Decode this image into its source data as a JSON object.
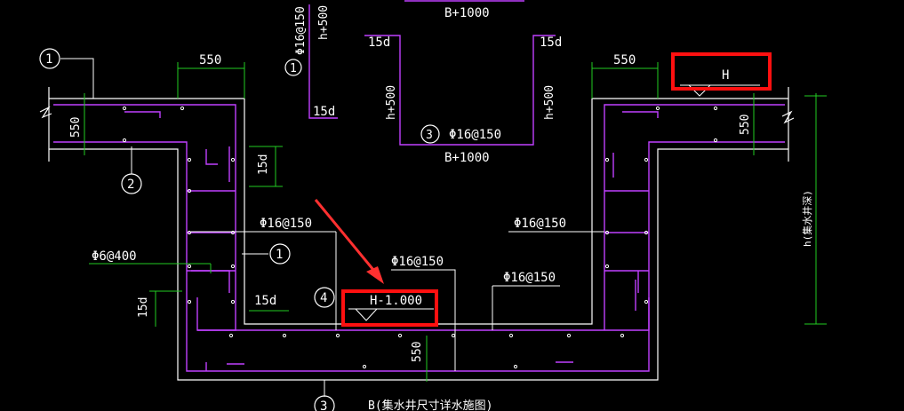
{
  "drawing": {
    "background": "#000000",
    "colors": {
      "outline": "#ffffff",
      "rebar": "#c040ff",
      "dim": "#22cc22",
      "highlight": "#ff1010",
      "arrow": "#ff3030"
    },
    "top_labels": {
      "b_plus_1000_top": "B+1000",
      "b_plus_1000_bottom": "B+1000",
      "bar_3": "Φ16@150",
      "bar_1_vertical": "Φ16@150",
      "h_plus_500_vertical_top": "h+500",
      "h_plus_500_left": "h+500",
      "h_plus_500_right": "h+500",
      "fifteen_d": "15d"
    },
    "callouts": {
      "c1": "1",
      "c2": "2",
      "c3": "3",
      "c4": "4"
    },
    "dimensions": {
      "left_550": "550",
      "right_550": "550",
      "left_550_vertical": "550",
      "right_550_vertical": "550",
      "bottom_550_vertical": "550",
      "fifteen_d_vertical": "15d",
      "fifteen_d_bottom_vertical": "15d",
      "fifteen_d_bottom": "15d",
      "h_well_depth": "h(集水井深)"
    },
    "rebar_labels": {
      "left_mid": "Φ16@150",
      "right_mid": "Φ16@150",
      "center": "Φ16@150",
      "right_lower": "Φ16@150",
      "stirrup": "Φ6@400"
    },
    "elevations": {
      "top_right": "H",
      "bottom": "H-1.000"
    },
    "bottom_label": "B(集水井尺寸详水施图)"
  }
}
